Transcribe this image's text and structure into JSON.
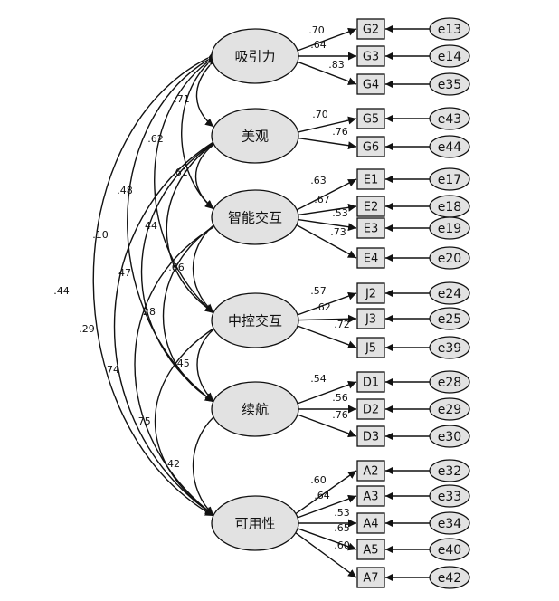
{
  "latents": [
    {
      "id": "L1",
      "label": "吸引力"
    },
    {
      "id": "L2",
      "label": "美观"
    },
    {
      "id": "L3",
      "label": "智能交互"
    },
    {
      "id": "L4",
      "label": "中控交互"
    },
    {
      "id": "L5",
      "label": "续航"
    },
    {
      "id": "L6",
      "label": "可用性"
    }
  ],
  "indicators": [
    {
      "id": "G2",
      "latent": "L1",
      "loading": ".70",
      "error": "e13"
    },
    {
      "id": "G3",
      "latent": "L1",
      "loading": ".64",
      "error": "e14"
    },
    {
      "id": "G4",
      "latent": "L1",
      "loading": ".83",
      "error": "e35"
    },
    {
      "id": "G5",
      "latent": "L2",
      "loading": ".70",
      "error": "e43"
    },
    {
      "id": "G6",
      "latent": "L2",
      "loading": ".76",
      "error": "e44"
    },
    {
      "id": "E1",
      "latent": "L3",
      "loading": ".63",
      "error": "e17"
    },
    {
      "id": "E2",
      "latent": "L3",
      "loading": ".67",
      "error": "e18"
    },
    {
      "id": "E3",
      "latent": "L3",
      "loading": ".53",
      "error": "e19"
    },
    {
      "id": "E4",
      "latent": "L3",
      "loading": ".73",
      "error": "e20"
    },
    {
      "id": "J2",
      "latent": "L4",
      "loading": ".57",
      "error": "e24"
    },
    {
      "id": "J3",
      "latent": "L4",
      "loading": ".62",
      "error": "e25"
    },
    {
      "id": "J5",
      "latent": "L4",
      "loading": ".72",
      "error": "e39"
    },
    {
      "id": "D1",
      "latent": "L5",
      "loading": ".54",
      "error": "e28"
    },
    {
      "id": "D2",
      "latent": "L5",
      "loading": ".56",
      "error": "e29"
    },
    {
      "id": "D3",
      "latent": "L5",
      "loading": ".76",
      "error": "e30"
    },
    {
      "id": "A2",
      "latent": "L6",
      "loading": ".60",
      "error": "e32"
    },
    {
      "id": "A3",
      "latent": "L6",
      "loading": ".64",
      "error": "e33"
    },
    {
      "id": "A4",
      "latent": "L6",
      "loading": ".53",
      "error": "e34"
    },
    {
      "id": "A5",
      "latent": "L6",
      "loading": ".65",
      "error": "e40"
    },
    {
      "id": "A7",
      "latent": "L6",
      "loading": ".60",
      "error": "e42"
    }
  ],
  "covariances": [
    {
      "from": "L1",
      "to": "L2",
      "value": ".71"
    },
    {
      "from": "L2",
      "to": "L3",
      "value": ".61"
    },
    {
      "from": "L1",
      "to": "L3",
      "value": ".62"
    },
    {
      "from": "L2",
      "to": "L4",
      "value": "44"
    },
    {
      "from": "L1",
      "to": "L4",
      "value": ".48"
    },
    {
      "from": "L3",
      "to": "L4",
      "value": ".66"
    },
    {
      "from": "L2",
      "to": "L5",
      "value": "47"
    },
    {
      "from": "L1",
      "to": "L5",
      "value": ".10"
    },
    {
      "from": "L3",
      "to": "L5",
      "value": "28"
    },
    {
      "from": "L4",
      "to": "L5",
      "value": ".45"
    },
    {
      "from": "L1",
      "to": "L6",
      "value": ".44"
    },
    {
      "from": "L2",
      "to": "L6",
      "value": ".29"
    },
    {
      "from": "L3",
      "to": "L6",
      "value": "74"
    },
    {
      "from": "L4",
      "to": "L6",
      "value": ".75"
    },
    {
      "from": "L5",
      "to": "L6",
      "value": "42"
    }
  ]
}
